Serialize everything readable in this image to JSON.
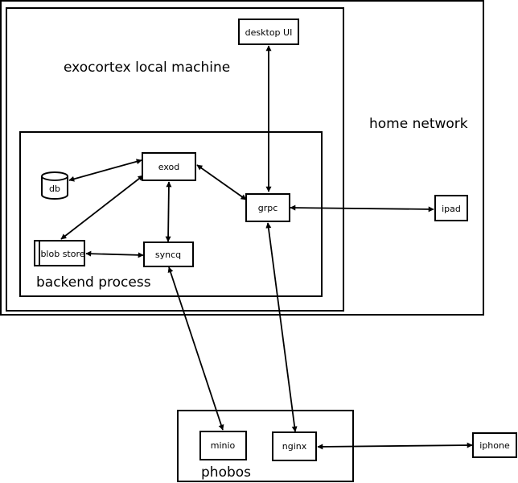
{
  "zones": {
    "home_network": "home network",
    "local_machine": "exocortex local machine",
    "backend_process": "backend process",
    "phobos": "phobos"
  },
  "nodes": {
    "desktop_ui": "desktop UI",
    "exod": "exod",
    "db": "db",
    "grpc": "grpc",
    "ipad": "ipad",
    "blob_store": "blob store",
    "syncq": "syncq",
    "minio": "minio",
    "nginx": "nginx",
    "iphone": "iphone"
  },
  "edges": [
    {
      "from": "desktop UI",
      "to": "grpc",
      "bidirectional": true
    },
    {
      "from": "exod",
      "to": "db",
      "bidirectional": true
    },
    {
      "from": "exod",
      "to": "blob store",
      "bidirectional": true
    },
    {
      "from": "exod",
      "to": "syncq",
      "bidirectional": true
    },
    {
      "from": "exod",
      "to": "grpc",
      "bidirectional": true
    },
    {
      "from": "blob store",
      "to": "syncq",
      "bidirectional": true
    },
    {
      "from": "grpc",
      "to": "ipad",
      "bidirectional": true
    },
    {
      "from": "syncq",
      "to": "minio",
      "bidirectional": true
    },
    {
      "from": "grpc",
      "to": "nginx",
      "bidirectional": true
    },
    {
      "from": "nginx",
      "to": "iphone",
      "bidirectional": true
    }
  ]
}
